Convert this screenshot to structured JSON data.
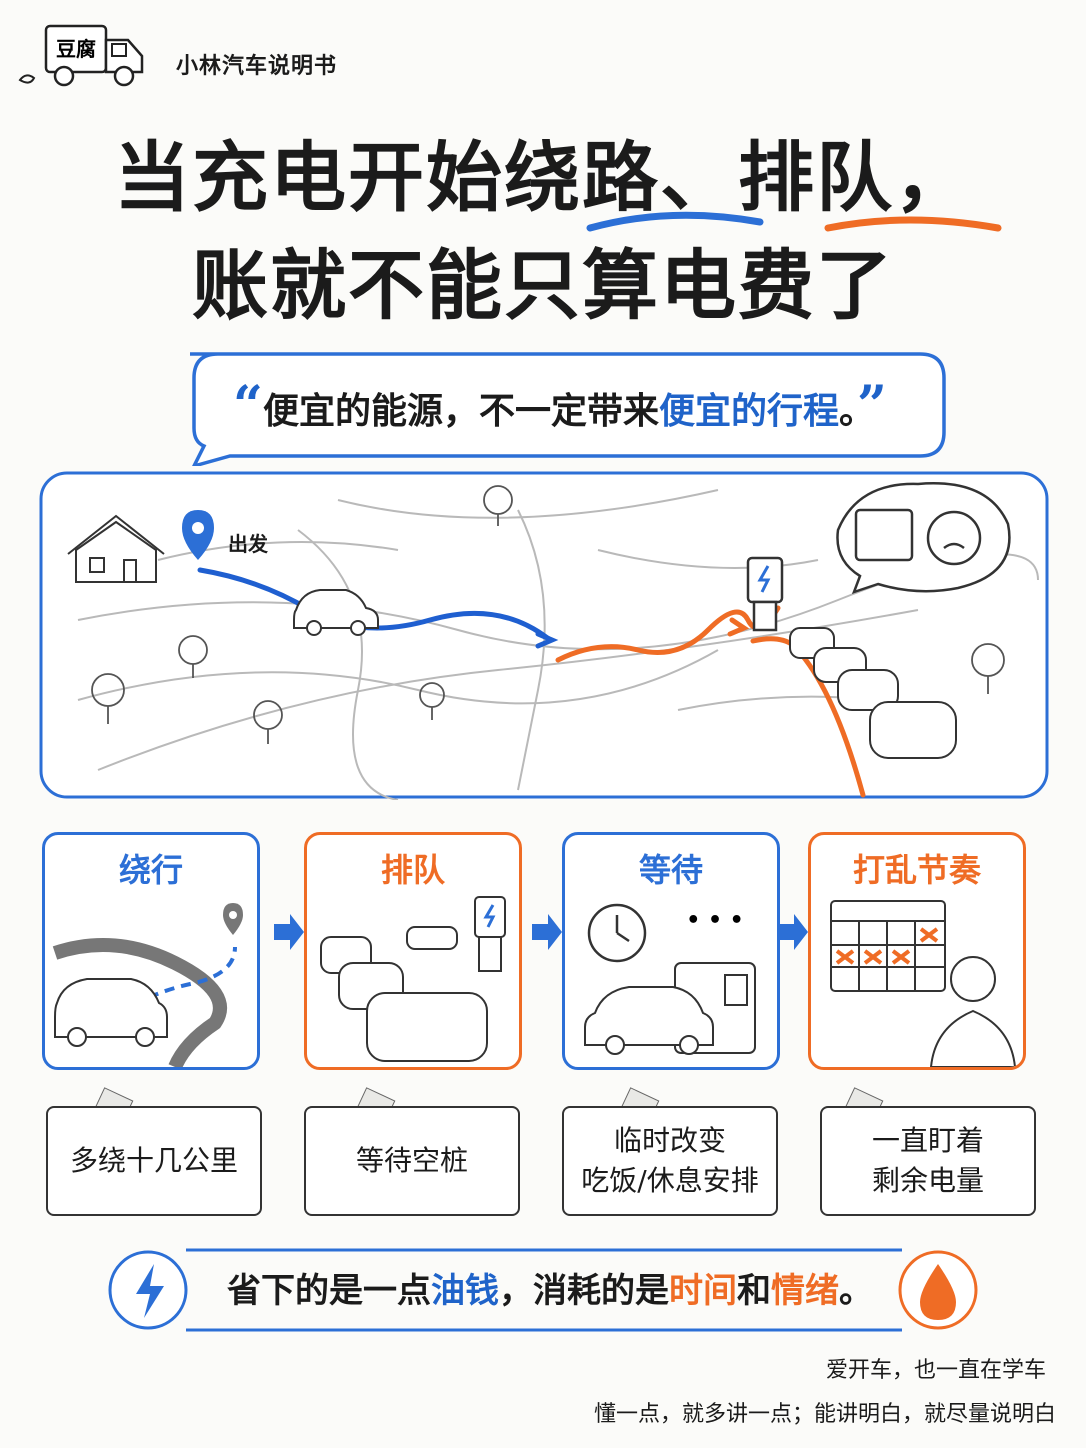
{
  "brand": {
    "logo_text": "豆腐",
    "name": "小林汽车说明书"
  },
  "title": {
    "line1_a": "当充电开始",
    "line1_b": "绕路",
    "line1_c": "、",
    "line1_d": "排队",
    "line1_e": "，",
    "line2": "账就不能只算电费了"
  },
  "quote": {
    "open": "“",
    "text_a": "便宜的能源，不一定带来",
    "text_b": "便宜的行程",
    "text_c": "。",
    "close": "”"
  },
  "map": {
    "start_label": "出发"
  },
  "steps": [
    {
      "title": "绕行",
      "note": "多绕十几公里"
    },
    {
      "title": "排队",
      "note": "等待空桩"
    },
    {
      "title": "等待",
      "note_line1": "临时改变",
      "note_line2": "吃饭/休息安排",
      "dots": "• • •"
    },
    {
      "title": "打乱节奏",
      "note_line1": "一直盯着",
      "note_line2": "剩余电量"
    }
  ],
  "summary": {
    "a": "省下的是一点",
    "b": "油钱",
    "c": "，消耗的是",
    "d": "时间",
    "e": "和",
    "f": "情绪",
    "g": "。"
  },
  "footer": {
    "line1": "爱开车，也一直在学车",
    "line2": "懂一点，就多讲一点；能讲明白，就尽量说明白"
  },
  "colors": {
    "blue": "#2c6fd6",
    "orange": "#ef6c25",
    "ink": "#1b1b1b"
  }
}
